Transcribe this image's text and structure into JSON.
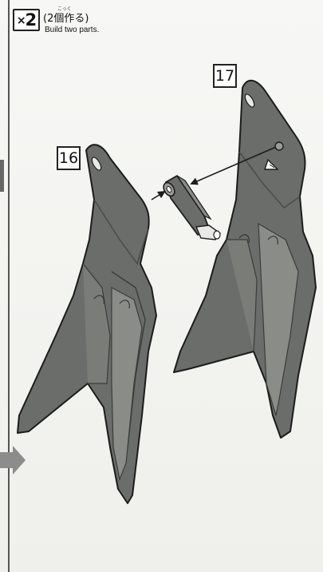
{
  "header": {
    "multiplier": "2",
    "multiplier_sign": "×",
    "furigana": "こっく",
    "title_jp": "(2個作る)",
    "title_en": "Build two parts."
  },
  "parts": {
    "left_label": "16",
    "right_label": "17",
    "connector": "connector-peg"
  },
  "colors": {
    "part_fill": "#6b6d6a",
    "part_light": "#8a8c88",
    "part_dark": "#4a4c49",
    "outline": "#1c1c1c",
    "arrow_tab": "#8c8c8c"
  }
}
